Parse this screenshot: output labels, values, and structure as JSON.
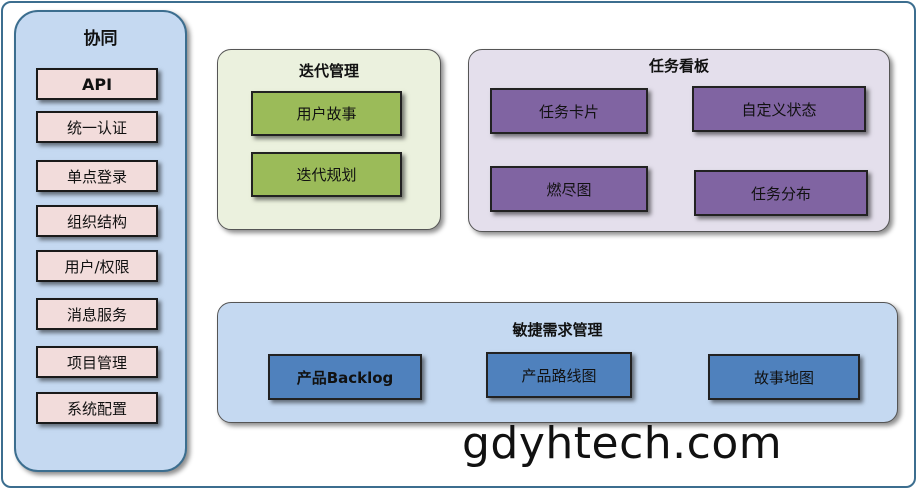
{
  "collab": {
    "title": "协同",
    "items": [
      "API",
      "统一认证",
      "单点登录",
      "组织结构",
      "用户/权限",
      "消息服务",
      "项目管理",
      "系统配置"
    ]
  },
  "iteration": {
    "title": "迭代管理",
    "items": [
      "用户故事",
      "迭代规划"
    ]
  },
  "taskboard": {
    "title": "任务看板",
    "items": [
      "任务卡片",
      "自定义状态",
      "燃尽图",
      "任务分布"
    ]
  },
  "agile": {
    "title": "敏捷需求管理",
    "items": [
      "产品Backlog",
      "产品路线图",
      "故事地图"
    ]
  },
  "watermark": "gdyhtech.com",
  "colors": {
    "collab_panel": "#c5d9f1",
    "collab_item": "#f2dcdb",
    "iteration_panel": "#ebf1de",
    "iteration_item": "#9bbb59",
    "task_panel": "#e4dfec",
    "task_item": "#8064a2",
    "agile_panel": "#c5d9f1",
    "agile_item": "#4f81bd",
    "border": "#3c6e8f"
  }
}
